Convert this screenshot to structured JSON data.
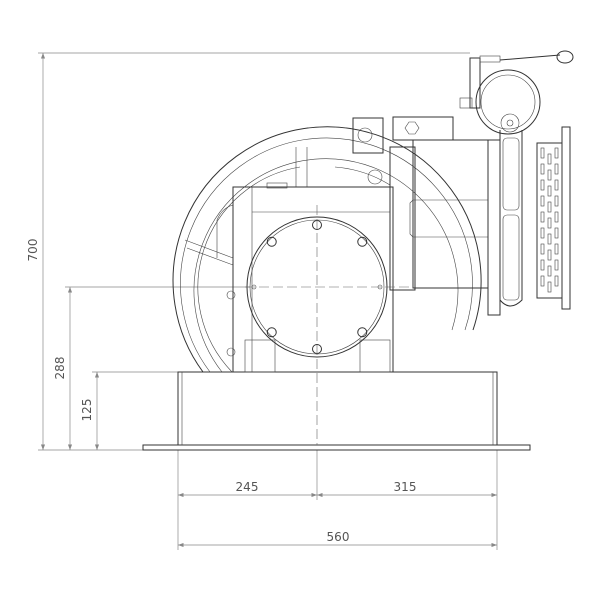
{
  "drawing": {
    "title": "Gearless traction machine side view",
    "dimensions": {
      "overall_height": "700",
      "shaft_height": "288",
      "base_height": "125",
      "left_offset": "245",
      "right_offset": "315",
      "base_width": "560"
    },
    "colors": {
      "line": "#333333",
      "dimension": "#888888",
      "text": "#555555"
    }
  }
}
